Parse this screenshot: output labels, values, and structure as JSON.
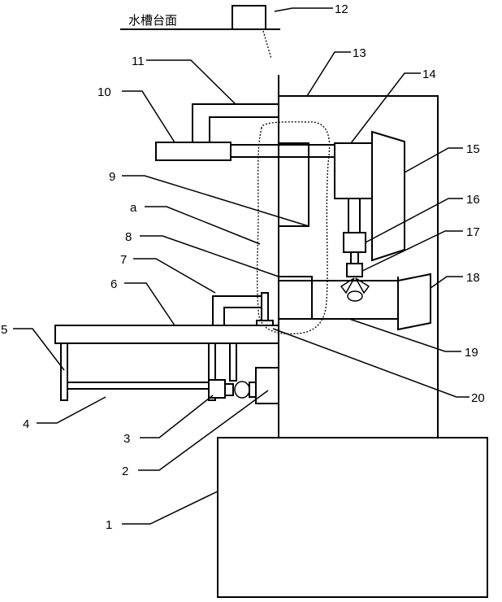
{
  "title": "水槽台面",
  "labels": {
    "l1": "1",
    "l2": "2",
    "l3": "3",
    "l4": "4",
    "l5": "5",
    "l6": "6",
    "l7": "7",
    "l8": "8",
    "l9": "9",
    "l10": "10",
    "l11": "11",
    "l12": "12",
    "l13": "13",
    "l14": "14",
    "l15": "15",
    "l16": "16",
    "l17": "17",
    "l18": "18",
    "l19": "19",
    "l20": "20",
    "la": "a"
  }
}
